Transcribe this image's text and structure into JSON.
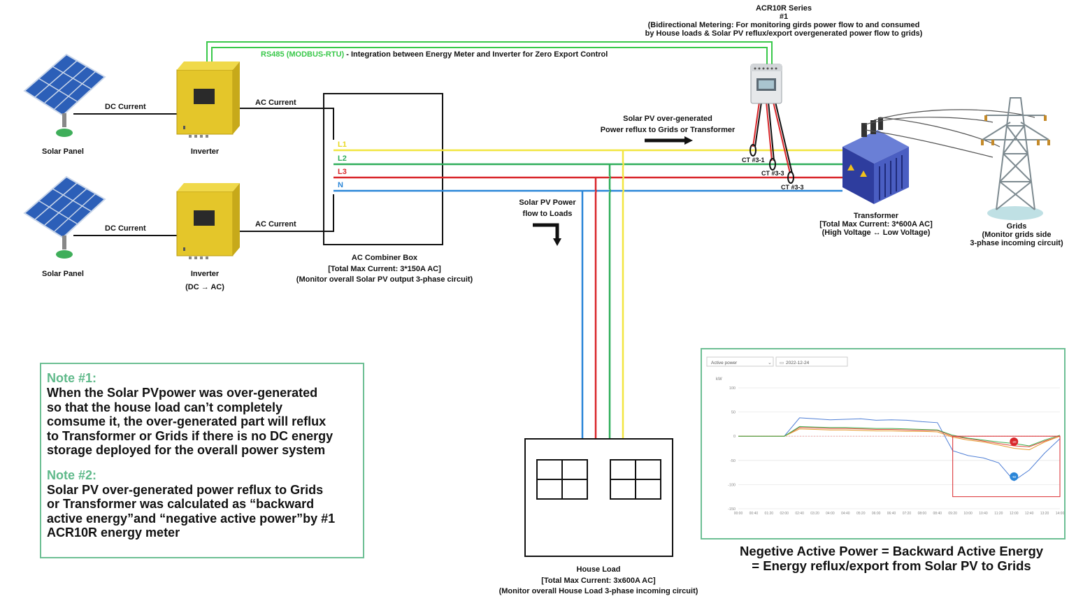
{
  "meter": {
    "series": "ACR10R Series",
    "number": "#1",
    "desc_line1": "(Bidirectional Metering: For monitoring girds power flow to and consumed",
    "desc_line2": "by House loads & Solar PV reflux/export overgenerated power flow to grids)"
  },
  "rs485": {
    "protocol": "RS485 (MODBUS-RTU)",
    "description": " - Integration between Energy Meter and Inverter for Zero Export Control"
  },
  "solar_panels": [
    {
      "label": "Solar Panel",
      "dc_label": "DC Current"
    },
    {
      "label": "Solar Panel",
      "dc_label": "DC Current"
    }
  ],
  "inverters": [
    {
      "label": "Inverter",
      "sub": "",
      "ac_label": "AC Current"
    },
    {
      "label": "Inverter",
      "sub": "(DC → AC)",
      "ac_label": "AC Current"
    }
  ],
  "phases": [
    "L1",
    "L2",
    "L3",
    "N"
  ],
  "combiner": {
    "title": "AC Combiner Box",
    "line2": "[Total Max Current: 3*150A AC]",
    "line3": "(Monitor overall Solar PV output 3-phase circuit)"
  },
  "reflux": {
    "line1": "Solar PV over-generated",
    "line2": "Power reflux to Grids or Transformer"
  },
  "flow_loads": {
    "line1": "Solar PV Power",
    "line2": "flow to Loads"
  },
  "cts": [
    "CT #3-1",
    "CT #3-3",
    "CT #3-3"
  ],
  "transformer": {
    "title": "Transformer",
    "line2": "[Total Max Current: 3*600A AC]",
    "line3": "(High Voltage ↔ Low Voltage)"
  },
  "grids": {
    "title": "Grids",
    "line2": "(Monitor grids side",
    "line3": "3-phase incoming circuit)"
  },
  "house": {
    "title": "House Load",
    "line2": "[Total Max Current: 3x600A AC]",
    "line3": "(Monitor overall House Load 3-phase incoming circuit)"
  },
  "notes": [
    {
      "title": "Note #1:",
      "lines": [
        "When the Solar PVpower was over-generated",
        "so that the house load can’t completely",
        "comsume it, the over-generated part will reflux",
        "to Transformer or Grids if there is no DC energy",
        "storage deployed for the overall power system"
      ]
    },
    {
      "title": "Note #2:",
      "lines": [
        "Solar PV over-generated power reflux to Grids",
        "or Transformer was calculated as “backward",
        "active energy”and “negative active power”by #1",
        "ACR10R energy meter"
      ]
    }
  ],
  "caption": {
    "line1": "Negetive Active Power = Backward Active Energy",
    "line2": "= Energy reflux/export from Solar PV to Grids"
  },
  "colors": {
    "L1": "#f2e640",
    "L2": "#2fae5a",
    "L3": "#d9262a",
    "N": "#2a86d8",
    "rs485": "#39c84a",
    "note": "#5fb98a"
  },
  "chart_data": {
    "type": "line",
    "select_value": "Active power",
    "date_value": "2022-12-24",
    "ylabel": "kW",
    "ylim": [
      -150,
      100
    ],
    "yticks": [
      100,
      50,
      0,
      -50,
      -100,
      -150
    ],
    "x": [
      "00:00",
      "00:40",
      "01:20",
      "02:00",
      "02:40",
      "03:20",
      "04:00",
      "04:40",
      "05:20",
      "06:00",
      "06:40",
      "07:20",
      "08:00",
      "08:40",
      "09:20",
      "10:00",
      "10:40",
      "11:20",
      "12:00",
      "12:40",
      "13:20",
      "14:00"
    ],
    "series": [
      {
        "color": "#4f7fd6",
        "values": [
          0,
          0,
          0,
          0,
          38,
          36,
          34,
          35,
          36,
          33,
          34,
          33,
          30,
          28,
          -30,
          -40,
          -45,
          -55,
          -92,
          -70,
          -35,
          -5
        ]
      },
      {
        "color": "#e0483a",
        "values": [
          0,
          0,
          0,
          0,
          18,
          17,
          16,
          16,
          15,
          14,
          14,
          13,
          12,
          12,
          0,
          -5,
          -10,
          -15,
          -20,
          -22,
          -10,
          0
        ]
      },
      {
        "color": "#e69a2e",
        "values": [
          0,
          0,
          0,
          0,
          15,
          14,
          13,
          13,
          12,
          11,
          11,
          10,
          10,
          9,
          -2,
          -8,
          -12,
          -18,
          -25,
          -28,
          -12,
          0
        ]
      },
      {
        "color": "#3fb04f",
        "values": [
          0,
          0,
          0,
          0,
          20,
          19,
          18,
          18,
          17,
          16,
          16,
          15,
          14,
          13,
          2,
          -4,
          -8,
          -12,
          -15,
          -20,
          -8,
          2
        ]
      }
    ],
    "markers": [
      {
        "value": "-20",
        "color": "#d9262a"
      },
      {
        "value": "-92",
        "color": "#2a86d8"
      }
    ]
  }
}
